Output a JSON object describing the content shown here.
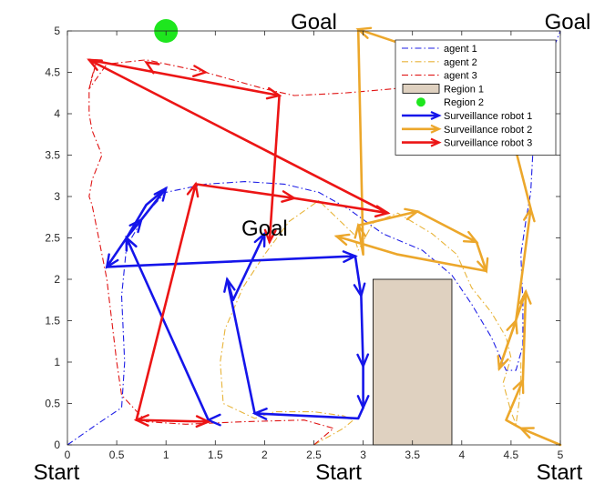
{
  "chart_data": {
    "type": "line",
    "xlim": [
      0,
      5
    ],
    "ylim": [
      0,
      5
    ],
    "grid": false,
    "legend_position": "top-right",
    "xticks": [
      "0",
      "0.5",
      "1",
      "1.5",
      "2",
      "2.5",
      "3",
      "3.5",
      "4",
      "4.5",
      "5"
    ],
    "yticks": [
      "0",
      "0.5",
      "1",
      "1.5",
      "2",
      "2.5",
      "3",
      "3.5",
      "4",
      "4.5",
      "5"
    ],
    "colors": {
      "agent1": "#1f1fe6",
      "agent2": "#e8b43a",
      "agent3": "#e01515",
      "robot1": "#1515ea",
      "robot2": "#eca72b",
      "robot3": "#ec1515",
      "region1": "#dfd1c0",
      "region2": "#1ee61e"
    },
    "series": [
      {
        "name": "agent 1",
        "style": "dashdot",
        "color": "#1f1fe6",
        "x": [
          0,
          0.3,
          0.55,
          0.58,
          0.55,
          0.6,
          0.8,
          1.0,
          1.4,
          1.8,
          2.2,
          2.55,
          2.85,
          3.2,
          3.6,
          3.9,
          4.1,
          4.3,
          4.45,
          4.55,
          4.62,
          4.62,
          4.6,
          4.65,
          4.7,
          4.72,
          4.78,
          4.85,
          4.95,
          5.0
        ],
        "y": [
          0,
          0.25,
          0.45,
          1.0,
          1.8,
          2.4,
          2.8,
          3.05,
          3.15,
          3.18,
          3.15,
          3.05,
          2.85,
          2.55,
          2.35,
          2.05,
          1.7,
          1.3,
          0.9,
          0.9,
          1.2,
          1.7,
          2.3,
          2.7,
          3.05,
          3.5,
          4.0,
          4.5,
          4.85,
          5.0
        ]
      },
      {
        "name": "agent 2",
        "style": "dashdot",
        "color": "#e8b43a",
        "x": [
          2.5,
          2.8,
          2.9,
          2.8,
          2.5,
          2.1,
          1.9,
          1.58,
          1.55,
          1.6,
          1.78,
          2.0,
          2.25,
          2.55,
          2.9,
          2.95,
          3.1,
          3.35,
          3.7,
          3.95,
          4.1,
          4.3,
          4.45,
          4.5,
          4.42,
          4.5,
          4.55,
          4.58,
          4.6,
          4.6
        ],
        "y": [
          0,
          0.2,
          0.3,
          0.35,
          0.4,
          0.4,
          0.32,
          0.5,
          1.0,
          1.4,
          1.9,
          2.3,
          2.7,
          2.95,
          2.55,
          2.35,
          2.68,
          2.8,
          2.55,
          2.3,
          1.9,
          1.6,
          1.3,
          1.05,
          0.75,
          0.4,
          0.25,
          0.5,
          0.75,
          1.0
        ]
      },
      {
        "name": "agent 3",
        "style": "dashdot",
        "color": "#e01515",
        "x": [
          2.5,
          2.6,
          2.7,
          2.4,
          1.8,
          1.2,
          0.8,
          0.55,
          0.5,
          0.45,
          0.42,
          0.4,
          0.35,
          0.3,
          0.25,
          0.22,
          0.25,
          0.35,
          0.25,
          0.22,
          0.22,
          0.3,
          0.25,
          0.22,
          0.4,
          0.8,
          1.4,
          2.0,
          2.3,
          2.8,
          3.3,
          3.6,
          3.9,
          4.3
        ],
        "y": [
          0,
          0.1,
          0.2,
          0.3,
          0.28,
          0.25,
          0.28,
          0.6,
          1.0,
          1.5,
          1.8,
          2.0,
          2.3,
          2.6,
          2.9,
          3.0,
          3.2,
          3.5,
          3.8,
          4.0,
          4.3,
          4.65,
          4.45,
          4.3,
          4.6,
          4.65,
          4.5,
          4.3,
          4.22,
          4.25,
          4.3,
          4.35,
          4.5,
          4.8
        ]
      },
      {
        "name": "Surveillance robot 1",
        "style": "arrows",
        "color": "#1515ea",
        "x": [
          1.43,
          0.6,
          0.75,
          1.0,
          0.8,
          0.6,
          0.4,
          2.92,
          2.98,
          3.0,
          3.0,
          2.95,
          1.9,
          1.62,
          1.68,
          2.0
        ],
        "y": [
          0.3,
          2.5,
          2.72,
          3.1,
          2.9,
          2.5,
          2.15,
          2.28,
          1.8,
          0.95,
          0.45,
          0.32,
          0.38,
          2.0,
          1.75,
          2.55
        ]
      },
      {
        "name": "Surveillance robot 2",
        "style": "arrows",
        "color": "#eca72b",
        "x": [
          5.0,
          4.6,
          4.45,
          4.62,
          4.65,
          4.38,
          4.55,
          4.7,
          4.4,
          3.95,
          4.2,
          3.95,
          3.75,
          3.5,
          2.95,
          3.0,
          2.95,
          3.55,
          4.15,
          4.25,
          3.35,
          2.73
        ],
        "y": [
          0,
          0.2,
          0.3,
          0.78,
          1.85,
          0.92,
          1.5,
          2.85,
          4.25,
          4.55,
          4.3,
          4.55,
          4.6,
          4.8,
          5.02,
          2.3,
          2.65,
          2.82,
          2.45,
          2.1,
          2.3,
          2.52
        ]
      },
      {
        "name": "Surveillance robot 3",
        "style": "arrows",
        "color": "#ec1515",
        "x": [
          0.7,
          1.43,
          0.7,
          1.3,
          2.3,
          3.25,
          0.22,
          2.15,
          2.05
        ],
        "y": [
          0.3,
          0.28,
          0.3,
          3.15,
          2.98,
          2.8,
          4.65,
          4.22,
          2.45
        ]
      }
    ],
    "arrow_marks": {
      "Surveillance robot 1": [
        [
          1.43,
          0.3
        ],
        [
          0.6,
          2.5
        ],
        [
          0.75,
          2.72
        ],
        [
          1.0,
          3.1
        ],
        [
          0.6,
          2.5
        ],
        [
          0.4,
          2.15
        ],
        [
          2.92,
          2.28
        ],
        [
          2.98,
          1.8
        ],
        [
          3.0,
          0.95
        ],
        [
          3.0,
          0.45
        ],
        [
          1.9,
          0.38
        ],
        [
          1.62,
          2.0
        ],
        [
          2.0,
          2.55
        ]
      ],
      "Surveillance robot 2": [
        [
          4.6,
          0.2
        ],
        [
          4.62,
          0.78
        ],
        [
          4.65,
          1.85
        ],
        [
          4.38,
          0.92
        ],
        [
          4.55,
          1.5
        ],
        [
          4.7,
          2.85
        ],
        [
          3.95,
          4.55
        ],
        [
          3.75,
          4.6
        ],
        [
          2.95,
          5.02
        ],
        [
          2.95,
          2.65
        ],
        [
          3.55,
          2.82
        ],
        [
          4.15,
          2.45
        ],
        [
          4.25,
          2.1
        ],
        [
          2.73,
          2.52
        ]
      ],
      "Surveillance robot 3": [
        [
          1.43,
          0.28
        ],
        [
          0.7,
          0.3
        ],
        [
          1.3,
          3.15
        ],
        [
          2.3,
          2.98
        ],
        [
          3.25,
          2.8
        ],
        [
          0.22,
          4.65
        ],
        [
          0.8,
          4.62
        ],
        [
          1.4,
          4.5
        ],
        [
          2.15,
          4.22
        ],
        [
          2.05,
          2.45
        ]
      ]
    },
    "region1": {
      "label": "Region 1",
      "x": [
        3.1,
        3.9
      ],
      "y": [
        0,
        2.0
      ]
    },
    "region2": {
      "label": "Region 2",
      "x": 1.0,
      "y": 5.0
    },
    "annotations": [
      {
        "text": "Goal",
        "x": 2.5,
        "y": 5.0
      },
      {
        "text": "Goal",
        "x": 5.0,
        "y": 5.0
      },
      {
        "text": "Goal",
        "x": 2.0,
        "y": 2.55
      },
      {
        "text": "Start",
        "x": 0.0,
        "y": 0.0
      },
      {
        "text": "Start",
        "x": 2.75,
        "y": 0.0
      },
      {
        "text": "Start",
        "x": 5.0,
        "y": 0.0
      }
    ],
    "legend": [
      "agent 1",
      "agent 2",
      "agent 3",
      "Region 1",
      "Region 2",
      "Surveillance robot 1",
      "Surveillance robot 2",
      "Surveillance robot 3"
    ]
  }
}
